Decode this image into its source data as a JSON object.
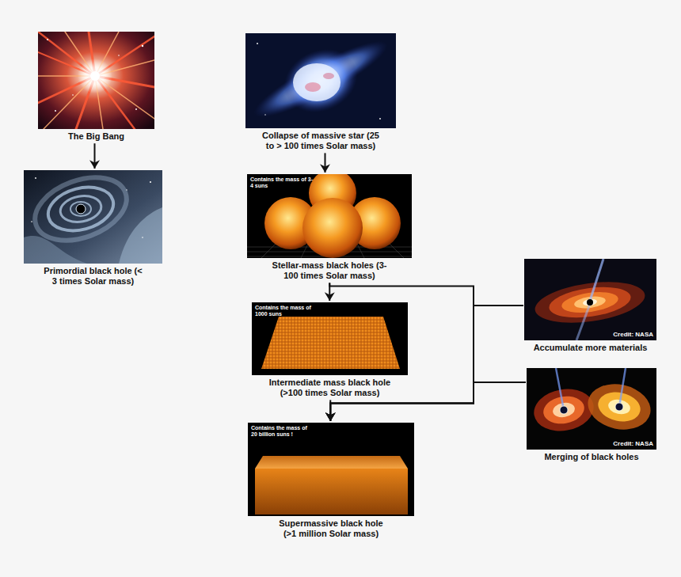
{
  "diagram": {
    "nodes": [
      {
        "text": [
          "The Big Bang"
        ]
      },
      {
        "text": [
          "Primordial black hole (< 3 times Solar mass)"
        ]
      },
      {
        "text": [
          "Collapse of massive star (25 to > 100 times Solar mass)"
        ]
      },
      {
        "text": [
          "Contains the mass of 3-4 suns",
          "Stellar-mass black holes (3-100 times Solar mass)"
        ]
      },
      {
        "text": [
          "Contains the mass of 1000 suns",
          "Intermediate mass black hole (>100 times Solar mass)"
        ]
      },
      {
        "text": [
          "Contains the mass of 20 billion suns !",
          "Supermassive black hole (>1 million Solar mass)"
        ]
      },
      {
        "text": [
          "Credit: NASA",
          "Accumulate more materials"
        ]
      },
      {
        "text": [
          "Credit: NASA",
          "Merging of black holes"
        ]
      }
    ],
    "edges": [
      {
        "from": 0,
        "to": 1,
        "arrow": "to"
      },
      {
        "from": 2,
        "to": 3,
        "arrow": "to"
      },
      {
        "from": 3,
        "to": 4,
        "arrow": "to"
      },
      {
        "from": 4,
        "to": 5,
        "arrow": "to"
      },
      {
        "from": 3,
        "to": 5,
        "arrow": "to"
      },
      {
        "from": 6,
        "to": 5,
        "arrow": "to"
      },
      {
        "from": 7,
        "to": 5,
        "arrow": "to"
      }
    ]
  }
}
